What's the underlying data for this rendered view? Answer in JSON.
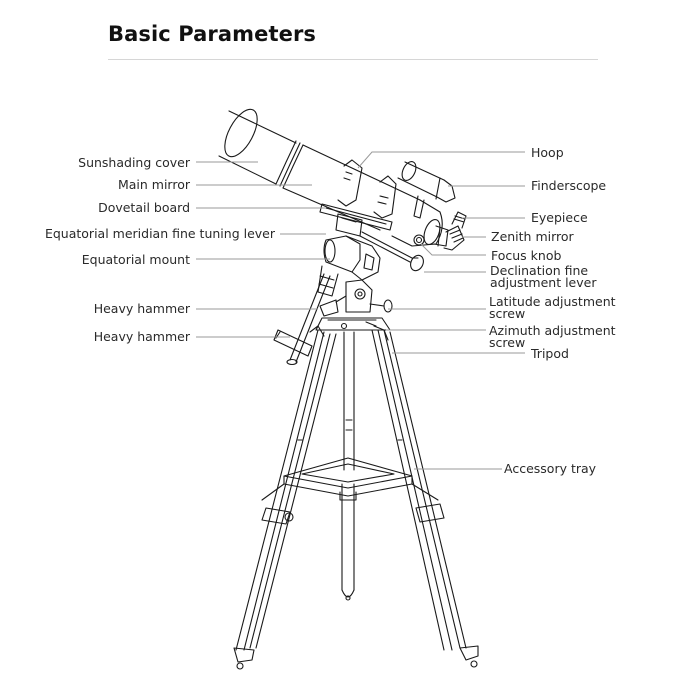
{
  "header": {
    "title": "Basic Parameters"
  },
  "labels_left": [
    {
      "id": "sunshading-cover",
      "text": "Sunshading cover"
    },
    {
      "id": "main-mirror",
      "text": "Main mirror"
    },
    {
      "id": "dovetail-board",
      "text": "Dovetail board"
    },
    {
      "id": "equatorial-meridian-fine-tuning-lever",
      "text": "Equatorial meridian fine tuning lever"
    },
    {
      "id": "equatorial-mount",
      "text": "Equatorial mount"
    },
    {
      "id": "heavy-hammer-1",
      "text": "Heavy hammer"
    },
    {
      "id": "heavy-hammer-2",
      "text": "Heavy hammer"
    }
  ],
  "labels_right": [
    {
      "id": "hoop",
      "text": "Hoop"
    },
    {
      "id": "finderscope",
      "text": "Finderscope"
    },
    {
      "id": "eyepiece",
      "text": "Eyepiece"
    },
    {
      "id": "zenith-mirror",
      "text": "Zenith mirror"
    },
    {
      "id": "focus-knob",
      "text": "Focus knob"
    },
    {
      "id": "declination-fine-adjustment-lever",
      "text": "Declination fine adjustment lever"
    },
    {
      "id": "latitude-adjustment-screw",
      "text": "Latitude adjustment screw"
    },
    {
      "id": "azimuth-adjustment-screw",
      "text": "Azimuth adjustment screw"
    },
    {
      "id": "tripod",
      "text": "Tripod"
    },
    {
      "id": "accessory-tray",
      "text": "Accessory tray"
    }
  ],
  "colors": {
    "title": "#111111",
    "rule": "#d6d6d6",
    "leader_line": "#9a9a9a",
    "drawing_stroke": "#1a1a1a",
    "label_text": "#2a2a2a"
  }
}
